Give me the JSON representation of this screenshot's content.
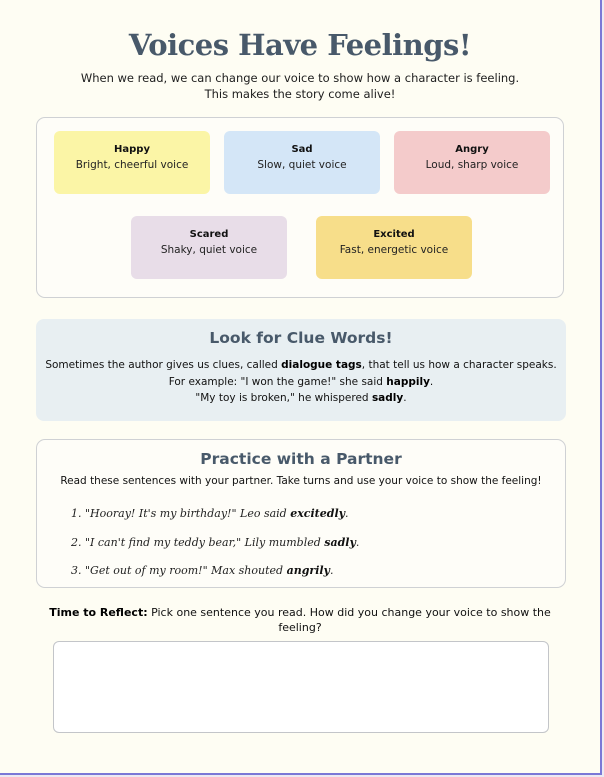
{
  "title": "Voices Have Feelings!",
  "intro": "When we read, we can change our voice to show how a character is feeling. This makes the story come alive!",
  "emotions": [
    {
      "name": "Happy",
      "desc": "Bright, cheerful voice",
      "color": "#fbf5a6"
    },
    {
      "name": "Sad",
      "desc": "Slow, quiet voice",
      "color": "#d4e6f7"
    },
    {
      "name": "Angry",
      "desc": "Loud, sharp voice",
      "color": "#f4cbcb"
    },
    {
      "name": "Scared",
      "desc": "Shaky, quiet voice",
      "color": "#e8dde8"
    },
    {
      "name": "Excited",
      "desc": "Fast, energetic voice",
      "color": "#f7de8a"
    }
  ],
  "clue": {
    "title": "Look for Clue Words!",
    "line1_a": "Sometimes the author gives us clues, called ",
    "line1_bold": "dialogue tags",
    "line1_b": ", that tell us how a character speaks.",
    "line2_a": "For example: \"I won the game!\" she said ",
    "line2_bold": "happily",
    "line2_b": ".",
    "line3_a": "\"My toy is broken,\" he whispered ",
    "line3_bold": "sadly",
    "line3_b": "."
  },
  "practice": {
    "title": "Practice with a Partner",
    "instructions": "Read these sentences with your partner. Take turns and use your voice to show the feeling!",
    "sentences": [
      {
        "num": "1.",
        "text": "\"Hooray! It's my birthday!\" Leo said ",
        "adverb": "excitedly",
        "end": "."
      },
      {
        "num": "2.",
        "text": "\"I can't find my teddy bear,\" Lily mumbled ",
        "adverb": "sadly",
        "end": "."
      },
      {
        "num": "3.",
        "text": "\"Get out of my room!\" Max shouted ",
        "adverb": "angrily",
        "end": "."
      }
    ]
  },
  "reflect": {
    "label": "Time to Reflect:",
    "question": " Pick one sentence you read. How did you change your voice to show the feeling?",
    "answer_value": ""
  },
  "colors": {
    "heading": "#48596a",
    "page_background": "#fefdf3",
    "page_border": "#7b78d6",
    "clue_background": "#e8eff2"
  }
}
